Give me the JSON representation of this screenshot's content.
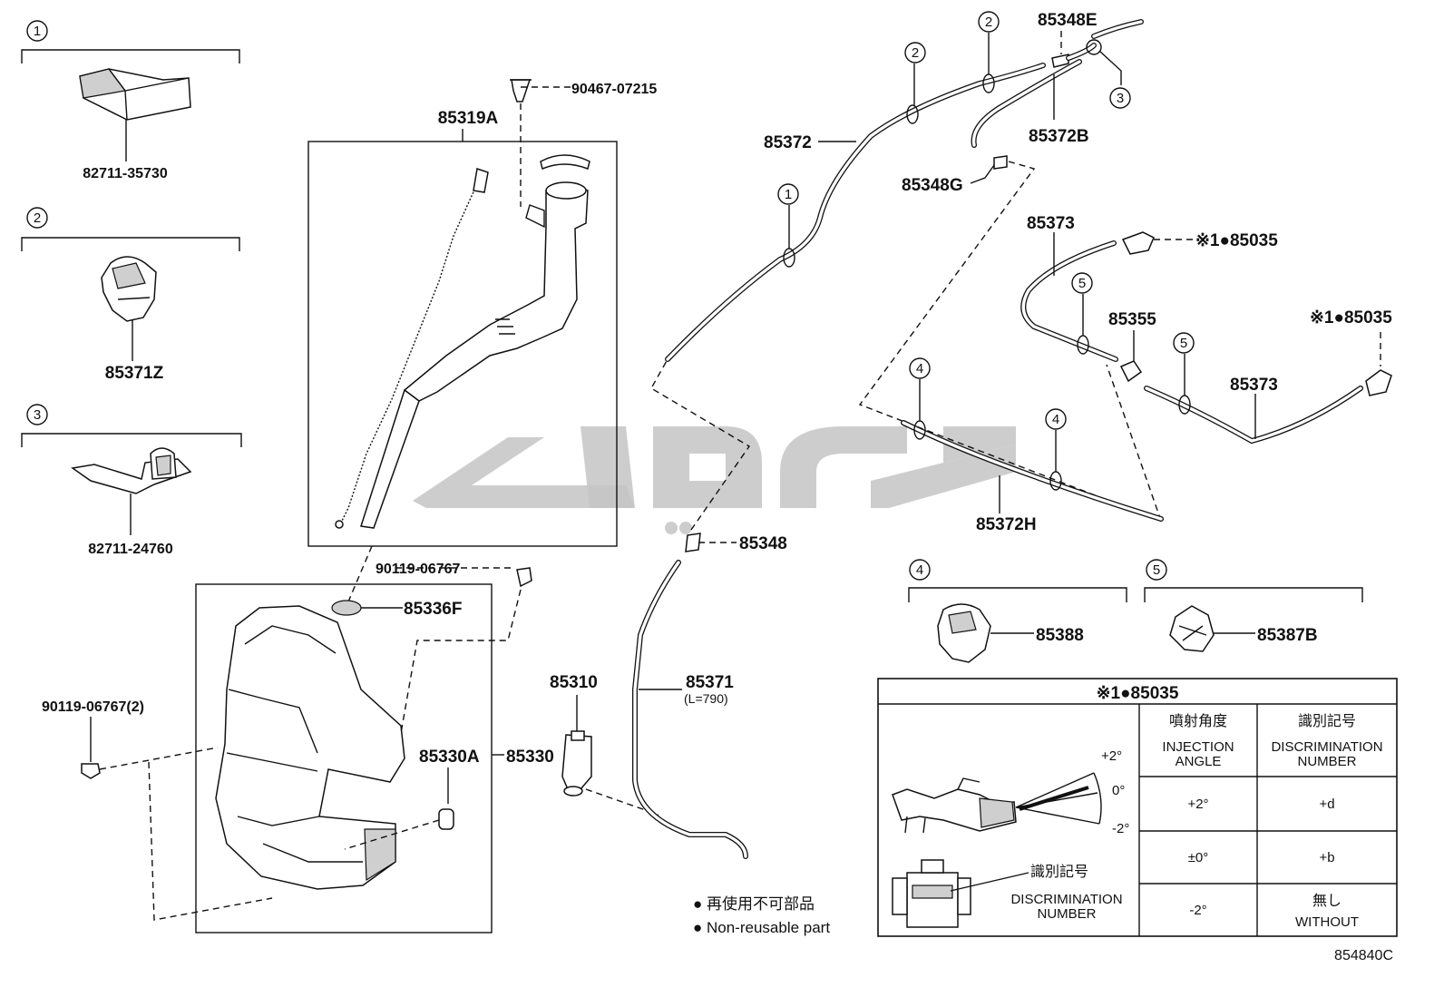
{
  "diagram_code": "854840C",
  "refs": {
    "c1": "1",
    "c2": "2",
    "c3": "3",
    "c4": "4",
    "c5": "5"
  },
  "parts": {
    "p82711_35730": "82711-35730",
    "p85371Z": "85371Z",
    "p82711_24760": "82711-24760",
    "p90467": "90467-07215",
    "p85319A": "85319A",
    "p90119_a": "90119-06767",
    "p85336F": "85336F",
    "p90119_b": "90119-06767(2)",
    "p85330A": "85330A",
    "p85330": "85330",
    "p85310": "85310",
    "p85348": "85348",
    "p85371": "85371",
    "p85371_len": "(L=790)",
    "p85372": "85372",
    "p85348E": "85348E",
    "p85372B": "85372B",
    "p85348G": "85348G",
    "p85373a": "85373",
    "p85035a": "※1●85035",
    "p85355": "85355",
    "p85035b": "※1●85035",
    "p85373b": "85373",
    "p85372H": "85372H",
    "p85388": "85388",
    "p85387B": "85387B"
  },
  "legend": {
    "jp": "● 再使用不可部品",
    "en": "● Non-reusable part"
  },
  "table": {
    "title": "※1●85035",
    "col1_jp": "噴射角度",
    "col1_en1": "INJECTION",
    "col1_en2": "ANGLE",
    "col2_jp": "識別記号",
    "col2_en1": "DISCRIMINATION",
    "col2_en2": "NUMBER",
    "rows": [
      {
        "angle": "+2°",
        "mark": "+d"
      },
      {
        "angle": "±0°",
        "mark": "+b"
      },
      {
        "angle": "-2°",
        "mark_jp": "無し",
        "mark_en": "WITHOUT"
      }
    ],
    "fig_plus2": "+2°",
    "fig_zero": "0°",
    "fig_minus2": "-2°",
    "fig_mark_jp": "識別記号",
    "fig_mark_en1": "DISCRIMINATION",
    "fig_mark_en2": "NUMBER"
  }
}
